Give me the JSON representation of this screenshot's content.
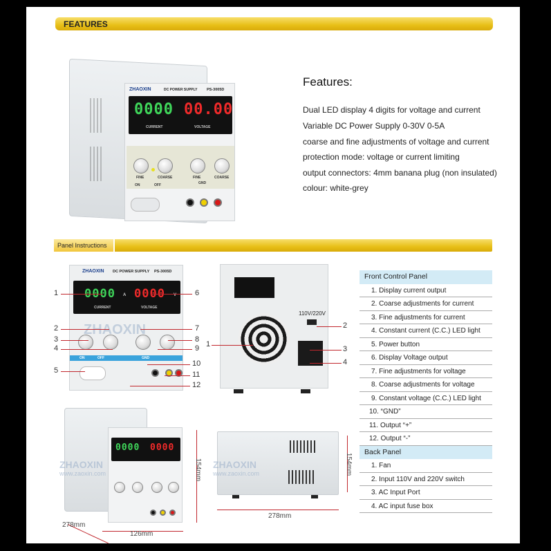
{
  "features_header": "FEATURES",
  "features": {
    "title": "Features:",
    "lines": [
      "Dual LED display 4 digits for voltage and current",
      "Variable DC Power Supply 0-30V 0-5A",
      "coarse and fine adjustments of voltage and current",
      "protection mode: voltage or current limiting",
      "output connectors: 4mm banana plug (non insulated)",
      "colour: white-grey"
    ]
  },
  "device": {
    "brand": "ZHAOXIN",
    "label": "DC POWER SUPPLY",
    "model_top": "PS-3005D",
    "current_reading": "0000",
    "voltage_reading": "00.00",
    "current_unit": "A",
    "voltage_unit": "V",
    "current_label": "CURRENT",
    "voltage_label": "VOLTAGE",
    "fine": "FINE",
    "coarse": "COARSE",
    "on": "ON",
    "off": "OFF",
    "gnd": "GND",
    "voltage_switch": "110V/220V",
    "watermark": "ZHAOXIN",
    "watermark_url": "www.zaoxin.com"
  },
  "panel_header": "Panel Instructions",
  "front_callouts": [
    "1",
    "2",
    "3",
    "4",
    "5",
    "6",
    "7",
    "8",
    "9",
    "10",
    "11",
    "12"
  ],
  "back_callouts": [
    "1",
    "2",
    "3",
    "4"
  ],
  "list": {
    "front_title": "Front Control Panel",
    "front_items": [
      "1. Display current output",
      "2. Coarse adjustments for current",
      "3. Fine adjustments for current",
      "4. Constant current (C.C.) LED light",
      "5. Power button",
      "6. Display Voltage output",
      "7. Fine adjustments for voltage",
      "8. Coarse adjustments for voltage",
      "9. Constant voltage (C.C.) LED light",
      "10. “GND”",
      "11. Output “+”",
      "12. Output “-”"
    ],
    "back_title": "Back Panel",
    "back_items": [
      "1. Fan",
      "2. Input 110V and 220V switch",
      "3. AC Input Port",
      "4. AC input fuse box"
    ]
  },
  "dimensions": {
    "height": "154mm",
    "depth": "278mm",
    "width": "126mm",
    "side_height": "154mm",
    "side_length": "278mm"
  }
}
